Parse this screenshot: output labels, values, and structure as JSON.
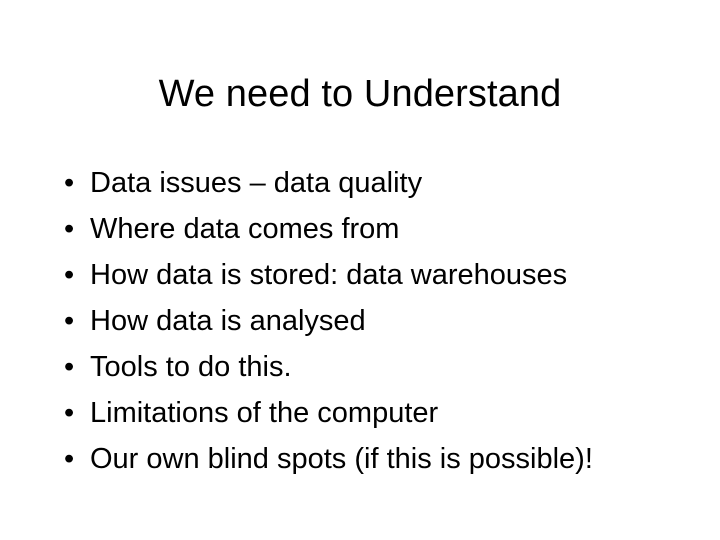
{
  "slide": {
    "title": "We need to Understand",
    "background_color": "#ffffff",
    "text_color": "#000000",
    "bullet_glyph": "•",
    "bullets": [
      {
        "text": "Data issues – data quality"
      },
      {
        "text": "Where data comes from"
      },
      {
        "text": "How data is stored: data warehouses"
      },
      {
        "text": "How data is analysed"
      },
      {
        "text": "Tools to do this."
      },
      {
        "text": "Limitations of the computer"
      },
      {
        "text": "Our own blind spots (if this is possible)!"
      }
    ]
  }
}
